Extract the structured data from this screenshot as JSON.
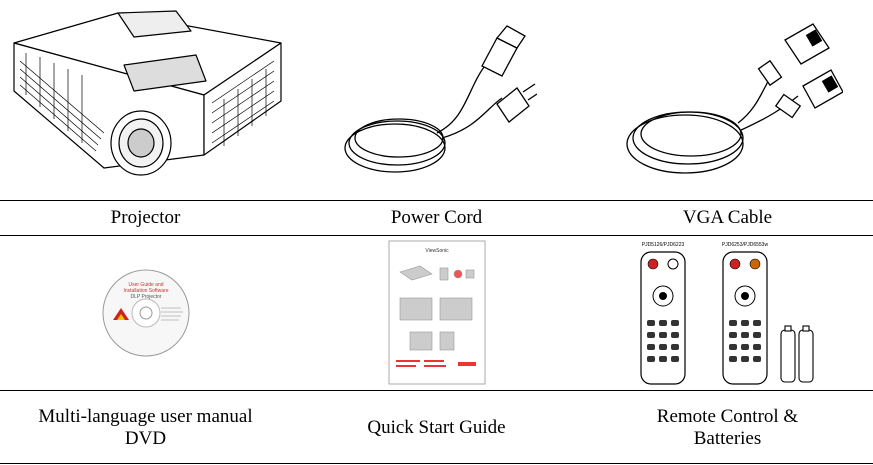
{
  "items": [
    {
      "label": "Projector",
      "icon": "projector-icon"
    },
    {
      "label": "Power Cord",
      "icon": "power-cord-icon"
    },
    {
      "label": "VGA Cable",
      "icon": "vga-cable-icon"
    },
    {
      "label_line1": "Multi-language user manual",
      "label_line2": "DVD",
      "icon": "dvd-icon"
    },
    {
      "label": "Quick Start Guide",
      "icon": "quick-start-guide-icon"
    },
    {
      "label_line1": "Remote Control &",
      "label_line2": "Batteries",
      "icon": "remote-control-icon"
    }
  ],
  "dvd": {
    "title_line1": "User Guide and",
    "title_line2": "Installation Software",
    "subtitle": "DLP Projector"
  },
  "guide": {
    "brand": "ViewSonic"
  },
  "remotes": {
    "left_model": "PJD5126/PJD6223",
    "right_model": "PJD6253/PJD6553w"
  }
}
